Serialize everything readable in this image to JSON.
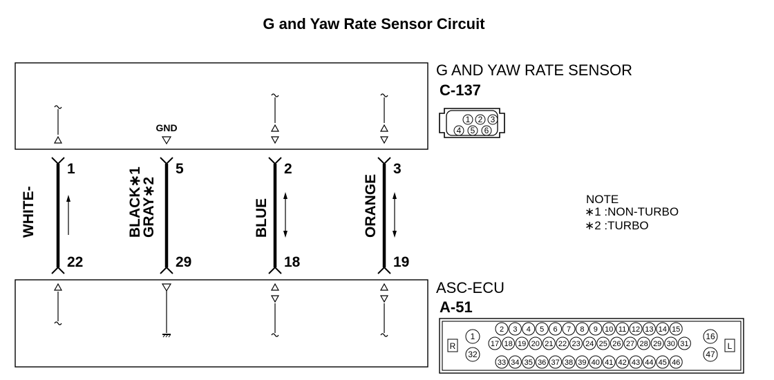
{
  "title": "G and Yaw Rate Sensor Circuit",
  "sensor": {
    "name": "G AND YAW RATE SENSOR",
    "connector": "C-137",
    "cavities": [
      "1",
      "2",
      "3",
      "4",
      "5",
      "6"
    ],
    "gnd_label": "GND"
  },
  "ecu": {
    "name": "ASC-ECU",
    "connector": "A-51",
    "side_left": "R",
    "side_right": "L",
    "top_row": [
      "2",
      "3",
      "4",
      "5",
      "6",
      "7",
      "8",
      "9",
      "10",
      "11",
      "12",
      "13",
      "14",
      "15"
    ],
    "middle_row": [
      "17",
      "18",
      "19",
      "20",
      "21",
      "22",
      "23",
      "24",
      "25",
      "26",
      "27",
      "28",
      "29",
      "30",
      "31"
    ],
    "bottom_row": [
      "33",
      "34",
      "35",
      "36",
      "37",
      "38",
      "39",
      "40",
      "41",
      "42",
      "43",
      "44",
      "45",
      "46"
    ],
    "left_top": "1",
    "left_bottom": "32",
    "right_top": "16",
    "right_bottom": "47"
  },
  "wires": [
    {
      "color_label": "WHITE-",
      "color_label_2": "",
      "sensor_pin": "1",
      "ecu_pin": "22",
      "direction": "up"
    },
    {
      "color_label": "BLACK∗1",
      "color_label_2": "GRAY∗2",
      "sensor_pin": "5",
      "ecu_pin": "29",
      "direction": "ground"
    },
    {
      "color_label": "BLUE",
      "color_label_2": "",
      "sensor_pin": "2",
      "ecu_pin": "18",
      "direction": "both"
    },
    {
      "color_label": "ORANGE",
      "color_label_2": "",
      "sensor_pin": "3",
      "ecu_pin": "19",
      "direction": "both"
    }
  ],
  "note": {
    "heading": "NOTE",
    "items": [
      "∗1 :NON-TURBO",
      "∗2 :TURBO"
    ]
  }
}
